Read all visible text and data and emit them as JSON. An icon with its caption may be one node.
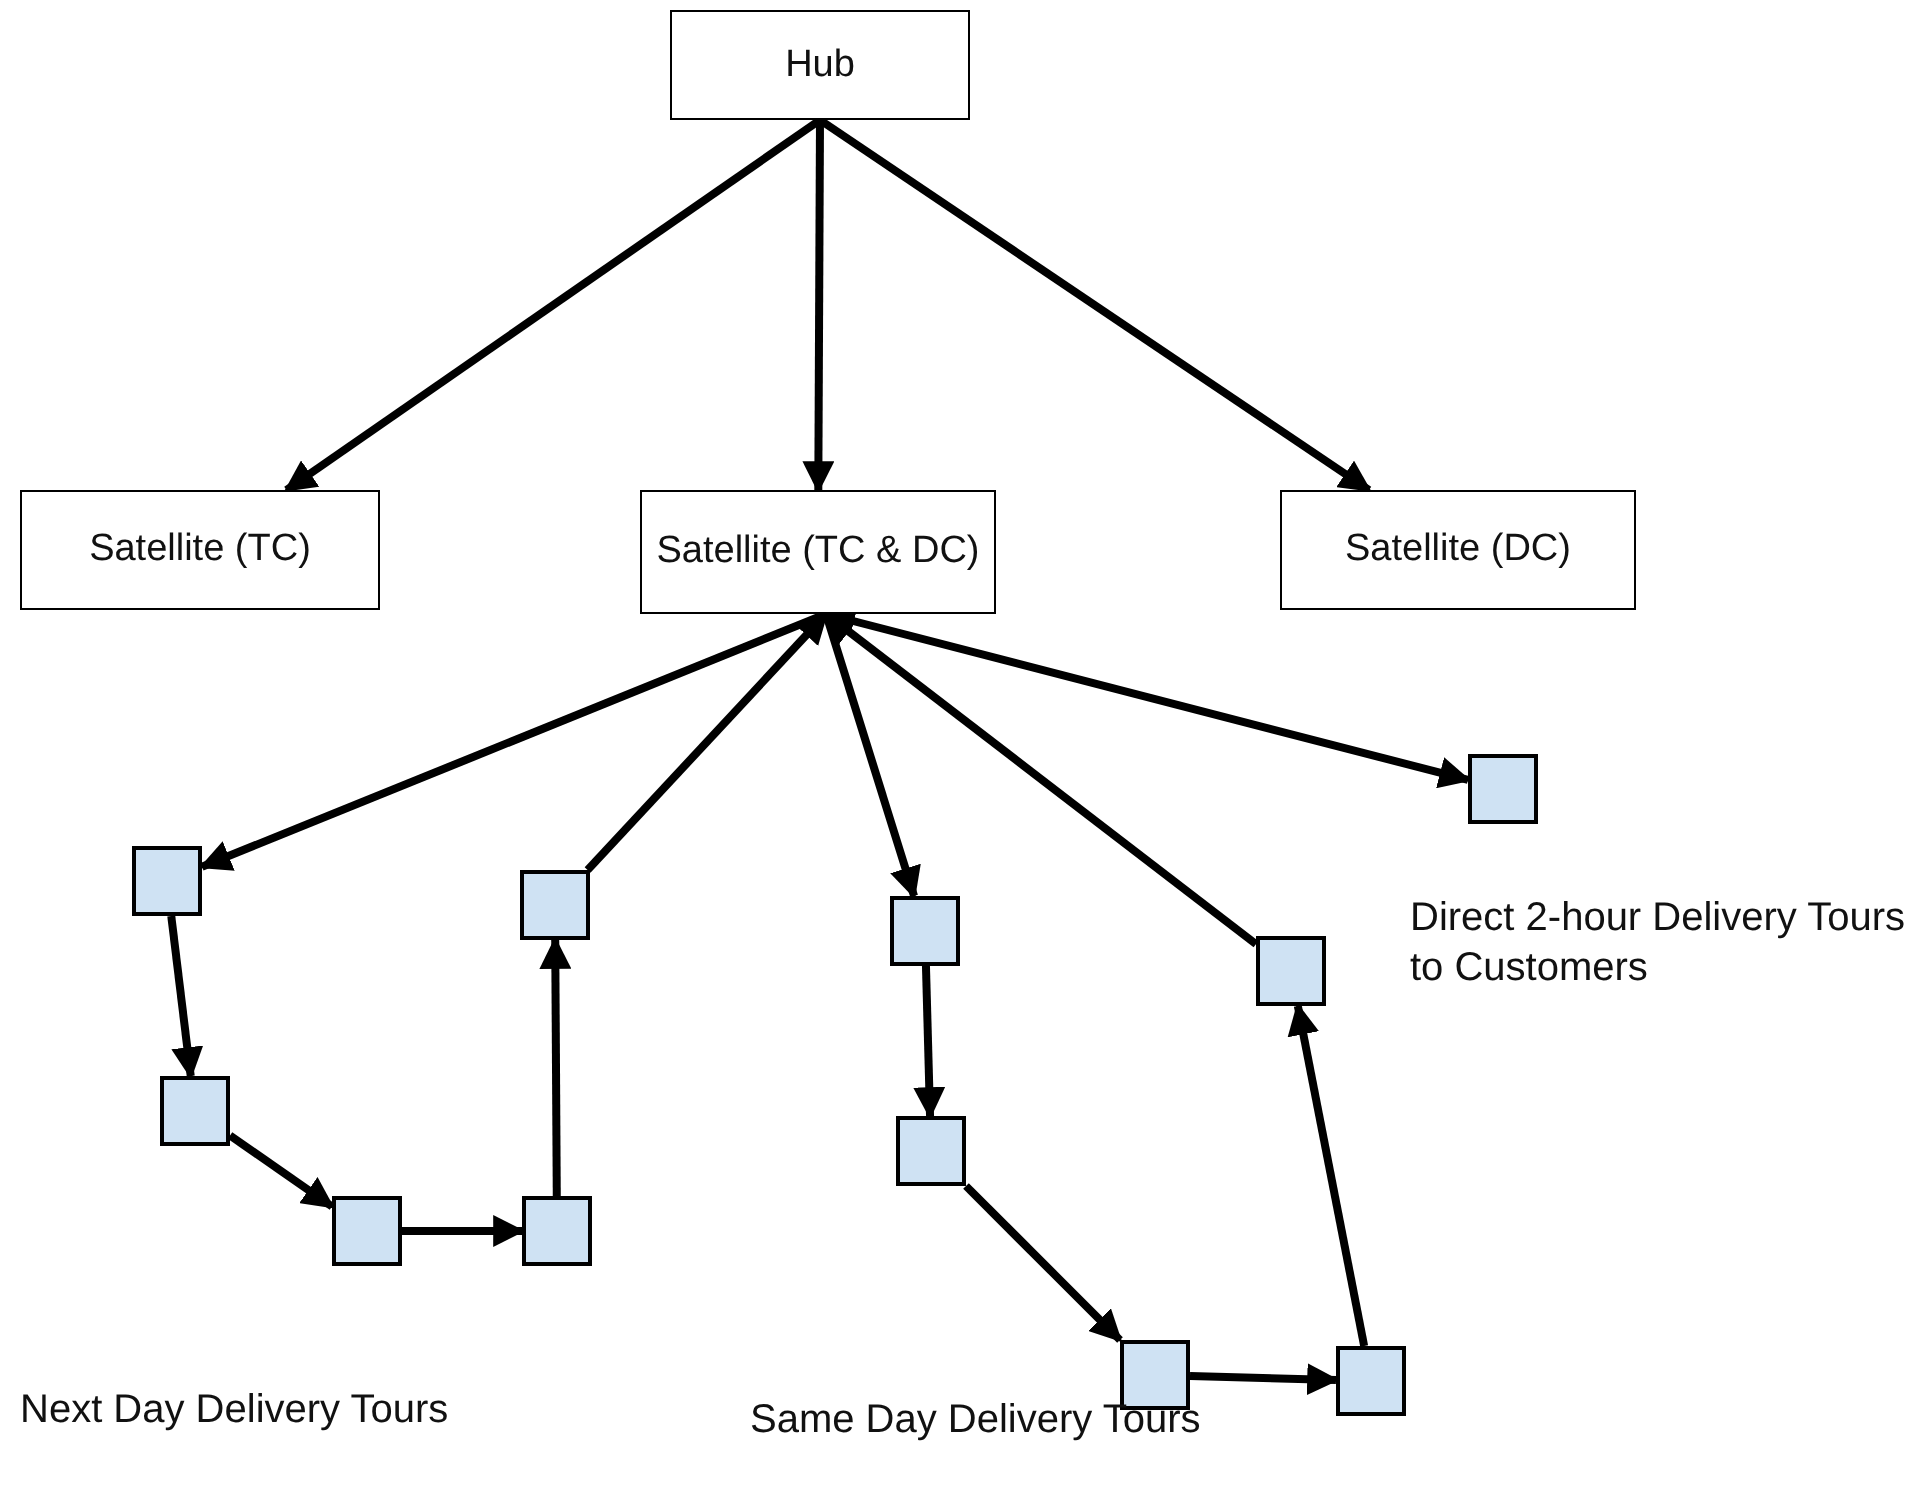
{
  "diagram": {
    "nodes": [
      {
        "text": [
          "Hub"
        ]
      },
      {
        "text": [
          "Satellite (TC)"
        ]
      },
      {
        "text": [
          "Satellite (TC & DC)"
        ]
      },
      {
        "text": [
          "Satellite (DC)"
        ]
      },
      {
        "text": [],
        "shape": "box"
      },
      {
        "text": [],
        "shape": "box"
      },
      {
        "text": [],
        "shape": "box"
      },
      {
        "text": [],
        "shape": "box"
      },
      {
        "text": [],
        "shape": "box"
      },
      {
        "text": [],
        "shape": "box"
      },
      {
        "text": [],
        "shape": "box"
      },
      {
        "text": [],
        "shape": "box"
      },
      {
        "text": [],
        "shape": "box"
      },
      {
        "text": [],
        "shape": "box"
      },
      {
        "text": [],
        "shape": "box"
      }
    ],
    "edges": [
      {
        "from": 0,
        "to": 1,
        "arrow": "to"
      },
      {
        "from": 0,
        "to": 2,
        "arrow": "to"
      },
      {
        "from": 0,
        "to": 3,
        "arrow": "to"
      },
      {
        "from": 2,
        "to": 4,
        "arrow": "to"
      },
      {
        "from": 4,
        "to": 5,
        "arrow": "to"
      },
      {
        "from": 5,
        "to": 6,
        "arrow": "to"
      },
      {
        "from": 6,
        "to": 7,
        "arrow": "to"
      },
      {
        "from": 7,
        "to": 8,
        "arrow": "to"
      },
      {
        "from": 8,
        "to": 2,
        "arrow": "to"
      },
      {
        "from": 2,
        "to": 9,
        "arrow": "to"
      },
      {
        "from": 9,
        "to": 10,
        "arrow": "to"
      },
      {
        "from": 10,
        "to": 11,
        "arrow": "to"
      },
      {
        "from": 11,
        "to": 12,
        "arrow": "to"
      },
      {
        "from": 12,
        "to": 13,
        "arrow": "to"
      },
      {
        "from": 13,
        "to": 2,
        "arrow": "to"
      },
      {
        "from": 2,
        "to": 14,
        "arrow": "both"
      }
    ],
    "labels": [
      "Direct 2-hour Delivery Tours to Customers",
      "Next Day Delivery Tours",
      "Same Day Delivery Tours"
    ]
  }
}
